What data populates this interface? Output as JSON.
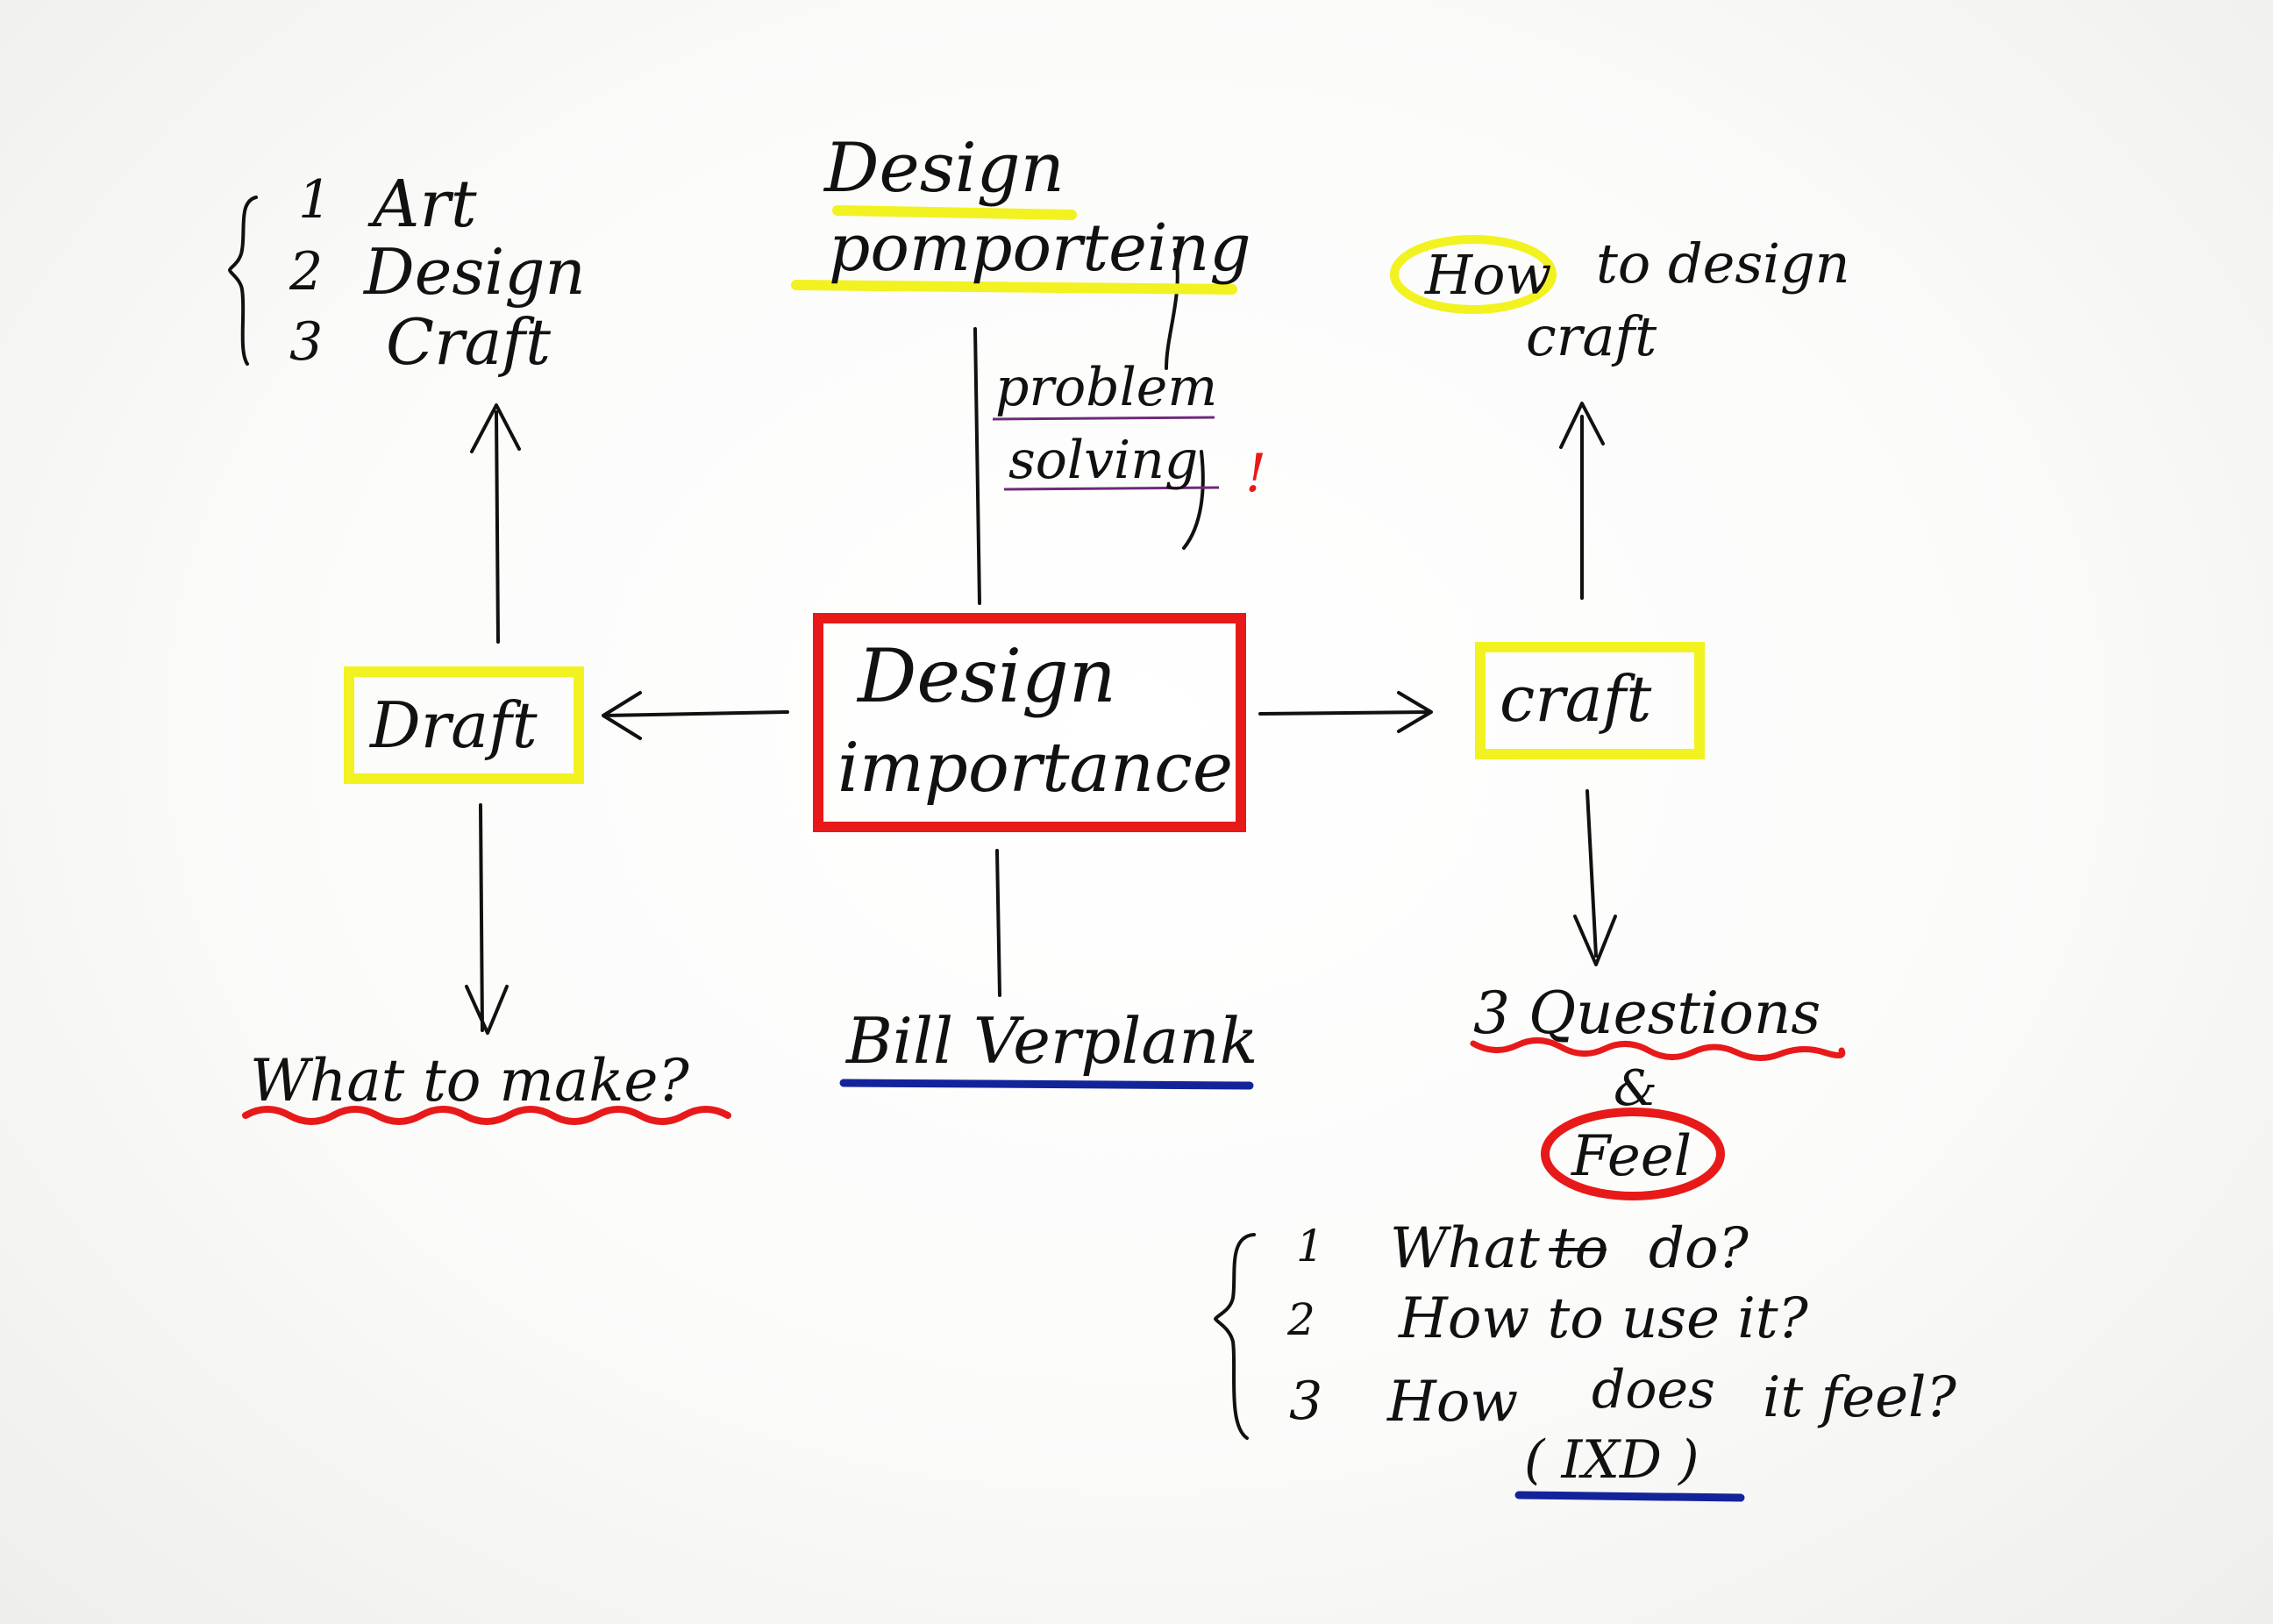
{
  "diagram": {
    "center": {
      "line1": "Design",
      "line2": "importance"
    },
    "top": {
      "line1": "Design",
      "line2": "pomporteing",
      "note1": "problem",
      "note2": "solving",
      "mark": "!"
    },
    "bottom": {
      "label": "Bill Verplank"
    },
    "left": {
      "box": "Draft",
      "list": [
        {
          "num": "1",
          "text": "Art"
        },
        {
          "num": "2",
          "text": "Design"
        },
        {
          "num": "3",
          "text": "Craft"
        }
      ],
      "question": "What to make?"
    },
    "right": {
      "box": "craft",
      "top_line1_a": "How",
      "top_line1_b": "to design",
      "top_line2": "craft",
      "questions": "3 Questions",
      "amp": "&",
      "feel": "Feel",
      "list": [
        {
          "num": "1",
          "text": "What",
          "struck": "to",
          "rest": "do?"
        },
        {
          "num": "2",
          "text": "How to use it?"
        },
        {
          "num": "3",
          "text": "How",
          "mid": "does",
          "rest": "it feel?"
        }
      ],
      "ixd": "( IXD )"
    },
    "colors": {
      "ink": "#111111",
      "red": "#e81919",
      "yellow": "#f2f220",
      "blue": "#13249a",
      "purple": "#6e2a7a",
      "paper": "#fbfbfa"
    }
  }
}
